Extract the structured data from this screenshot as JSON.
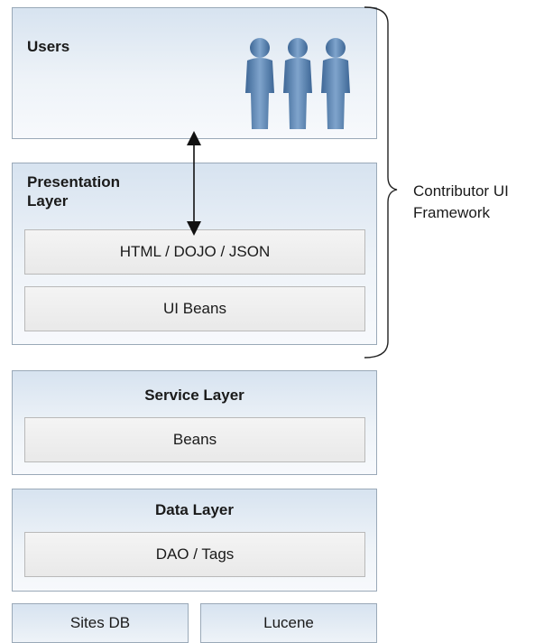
{
  "users": {
    "label": "Users",
    "icon": "user-group-icon"
  },
  "presentation_layer": {
    "title_line1": "Presentation",
    "title_line2": "Layer",
    "boxes": [
      "HTML / DOJO / JSON",
      "UI Beans"
    ]
  },
  "framework_label": {
    "line1": "Contributor UI",
    "line2": "Framework"
  },
  "service_layer": {
    "title": "Service Layer",
    "box": "Beans"
  },
  "data_layer": {
    "title": "Data Layer",
    "box": "DAO / Tags"
  },
  "storage": {
    "left": "Sites DB",
    "right": "Lucene"
  },
  "colors": {
    "layer_border": "#9aa9b8",
    "layer_fill_top": "#d7e3f0",
    "box_fill": "#efefef",
    "figure_blue": "#5b82ad"
  }
}
